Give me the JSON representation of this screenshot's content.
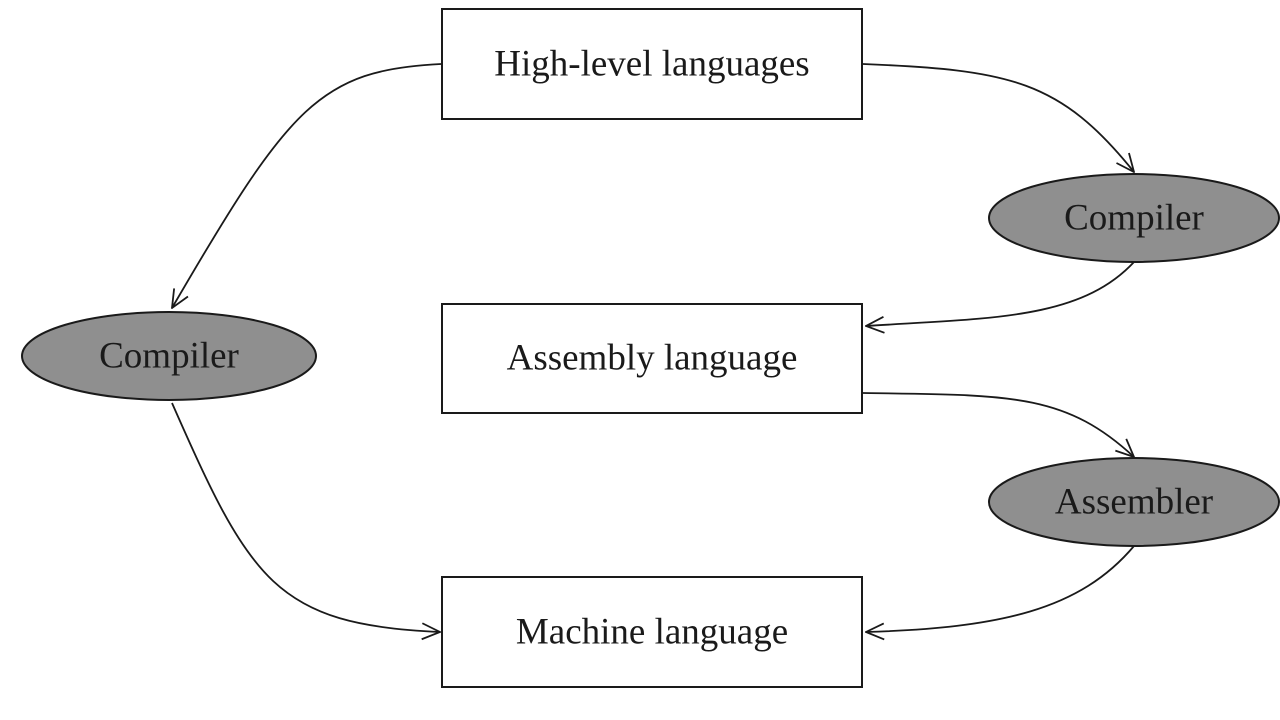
{
  "nodes": {
    "high_level": "High-level languages",
    "assembly": "Assembly language",
    "machine": "Machine language",
    "compiler_left": "Compiler",
    "compiler_right": "Compiler",
    "assembler": "Assembler"
  },
  "colors": {
    "process_fill": "#8f8f8f",
    "box_fill": "#ffffff",
    "stroke": "#1a1a1a"
  }
}
